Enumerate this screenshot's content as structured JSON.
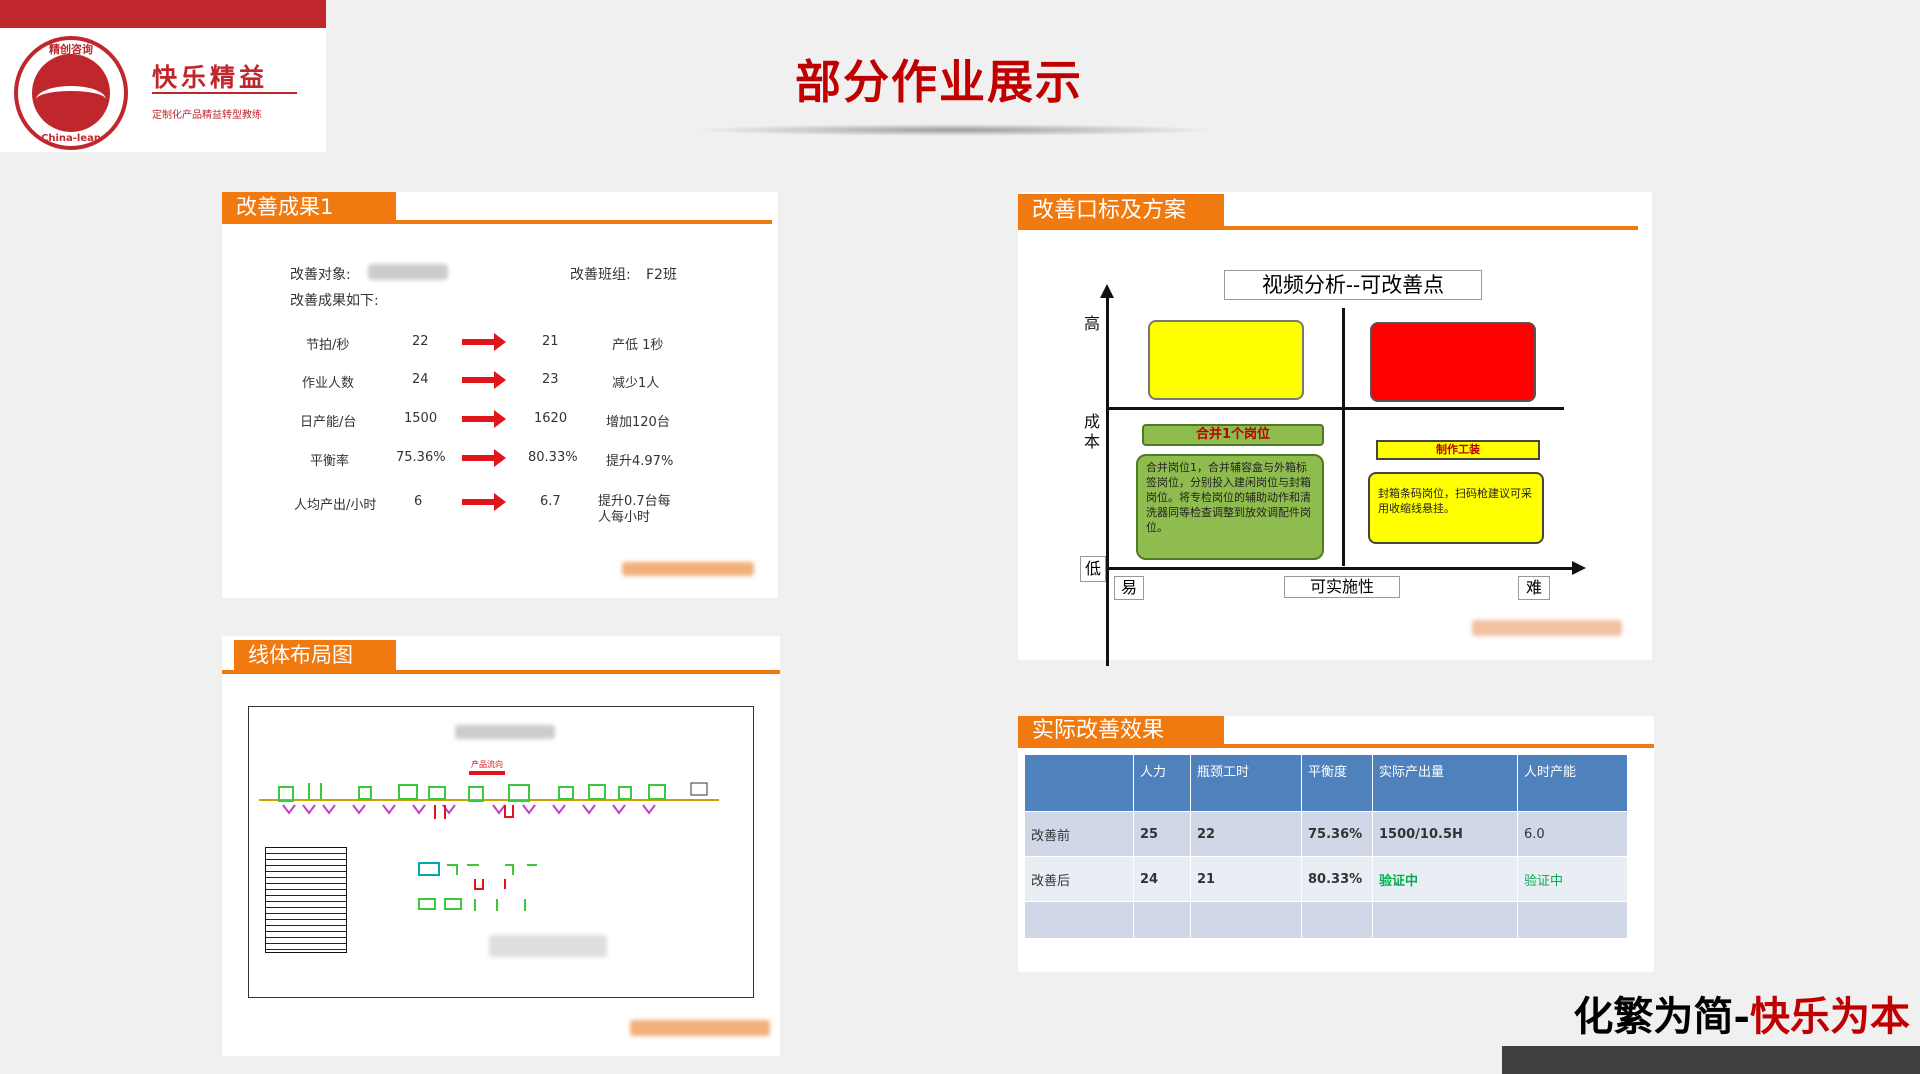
{
  "brand": {
    "seal_top": "精创咨询",
    "seal_bottom": "China-lean",
    "name": "快乐精益",
    "slogan": "定制化产品精益转型教练"
  },
  "title": "部分作业展示",
  "panel1": {
    "tab": "改善成果1",
    "object_label": "改善对象:",
    "team_label": "改善班组:",
    "team_value": "F2班",
    "results_label": "改善成果如下:",
    "rows": [
      {
        "name": "节拍/秒",
        "before": "22",
        "after": "21",
        "delta": "产低 1秒"
      },
      {
        "name": "作业人数",
        "before": "24",
        "after": "23",
        "delta": "减少1人"
      },
      {
        "name": "日产能/台",
        "before": "1500",
        "after": "1620",
        "delta": "增加120台"
      },
      {
        "name": "平衡率",
        "before": "75.36%",
        "after": "80.33%",
        "delta": "提升4.97%"
      },
      {
        "name": "人均产出/小时",
        "before": "6",
        "after": "6.7",
        "delta": "提升0.7台每人每小时"
      }
    ]
  },
  "panel2": {
    "tab": "改善口标及方案",
    "chart_title": "视频分析--可改善点",
    "y_high": "高",
    "y_mid": "成本",
    "y_low": "低",
    "x_easy": "易",
    "x_mid": "可实施性",
    "x_hard": "难",
    "green_label": "合并1个岗位",
    "green_text": "合并岗位1，合并辅容盒与外箱标签岗位，分别投入建闲岗位与封箱岗位。将专检岗位的辅助动作和清洗器同等检查调整到放效调配件岗位。",
    "yellow_label": "制作工装",
    "yellow_text": "封箱条码岗位，扫码枪建议可采用收缩线悬挂。"
  },
  "panel3": {
    "tab": "线体布局图",
    "flow_label": "产品流向"
  },
  "panel4": {
    "tab": "实际改善效果",
    "headers": [
      "",
      "人力",
      "瓶颈工时",
      "平衡度",
      "实际产出量",
      "人时产能"
    ],
    "rows": [
      [
        "改善前",
        "25",
        "22",
        "75.36%",
        "1500/10.5H",
        "6.0"
      ],
      [
        "改善后",
        "24",
        "21",
        "80.33%",
        "验证中",
        "验证中"
      ]
    ]
  },
  "footer": {
    "slogan_a": "化繁为简-",
    "slogan_b": "快乐为本"
  }
}
